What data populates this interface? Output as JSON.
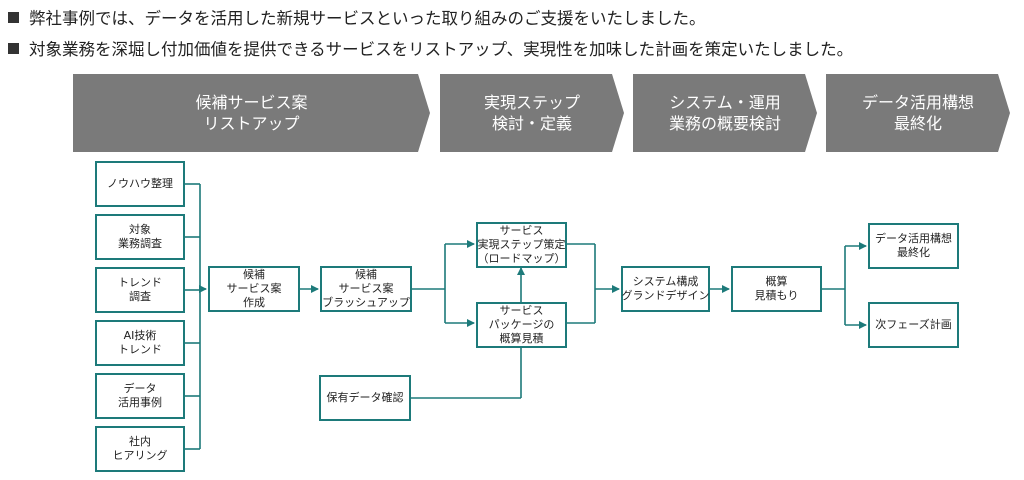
{
  "bullets": [
    "弊社事例では、データを活用した新規サービスといった取り組みのご支援をいたしました。",
    "対象業務を深堀し付加価値を提供できるサービスをリストアップ、実現性を加味した計画を策定いたしました。"
  ],
  "phases": [
    {
      "line1": "候補サービス案",
      "line2": "リストアップ"
    },
    {
      "line1": "実現ステップ",
      "line2": "検討・定義"
    },
    {
      "line1": "システム・運用",
      "line2": "業務の概要検討"
    },
    {
      "line1": "データ活用構想",
      "line2": "最終化"
    }
  ],
  "boxes": {
    "knowhow": [
      "ノウハウ整理"
    ],
    "target": [
      "対象",
      "業務調査"
    ],
    "trend": [
      "トレンド",
      "調査"
    ],
    "ai": [
      "AI技術",
      "トレンド"
    ],
    "data_cases": [
      "データ",
      "活用事例"
    ],
    "hearing": [
      "社内",
      "ヒアリング"
    ],
    "create": [
      "候補",
      "サービス案",
      "作成"
    ],
    "brushup": [
      "候補",
      "サービス案",
      "ブラッシュアップ"
    ],
    "roadmap": [
      "サービス",
      "実現ステップ策定",
      "（ロードマップ）"
    ],
    "package": [
      "サービス",
      "パッケージの",
      "概算見積"
    ],
    "owned_data": [
      "保有データ確認"
    ],
    "system": [
      "システム構成",
      "グランドデザイン"
    ],
    "estimate": [
      "概算",
      "見積もり"
    ],
    "final": [
      "データ活用構想",
      "最終化"
    ],
    "next": [
      "次フェーズ計画"
    ]
  },
  "colors": {
    "phase_fill": "#7a7a7a",
    "box_border": "#1d7a7a",
    "connector": "#1d7a7a"
  }
}
